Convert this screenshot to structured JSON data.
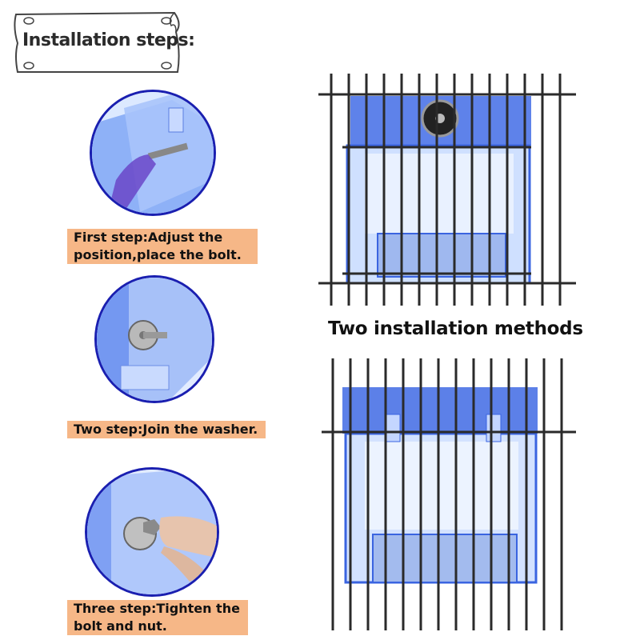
{
  "banner": {
    "title": "Installation steps:"
  },
  "steps": [
    {
      "line1": "First step:Adjust the",
      "line2": "position,place the bolt."
    },
    {
      "line1": "Two step:Join the washer."
    },
    {
      "line1": "Three step:Tighten the",
      "line2": "bolt and nut."
    }
  ],
  "methods": {
    "title": "Two installation methods"
  },
  "colors": {
    "accent_border": "#1a1fb0",
    "label_bg": "#f6b787",
    "feeder_blue": "#3d6ff0",
    "wire": "#2a2a2a"
  },
  "icons": {
    "banner": "paper-sign-icon",
    "step1": "bolt-insert-photo",
    "step2": "washer-photo",
    "step3": "nut-tighten-photo",
    "method1": "feeder-outside-cage-photo",
    "method2": "feeder-inside-cage-photo"
  }
}
